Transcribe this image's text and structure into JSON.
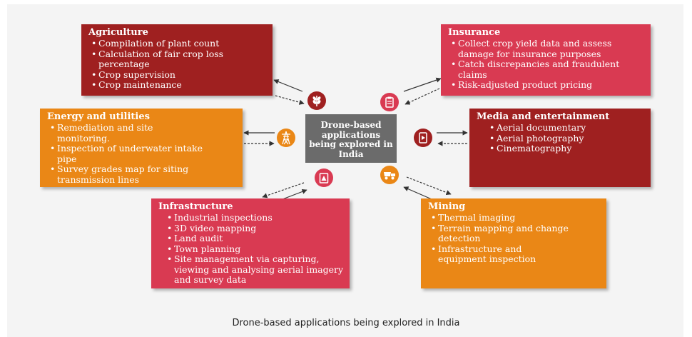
{
  "center": {
    "label": "Drone-based applications being explored in India"
  },
  "caption": "Drone-based applications being explored in India",
  "colors": {
    "dark_red": "#9f2020",
    "pink_red": "#d93a52",
    "orange": "#ea8716",
    "center_gray": "#6b6b6b"
  },
  "sectors": [
    {
      "title": "Agriculture",
      "icon": "wheat-icon",
      "items": [
        "Compilation of plant count",
        "Calculation of fair crop loss percentage",
        "Crop supervision",
        "Crop maintenance"
      ]
    },
    {
      "title": "Insurance",
      "icon": "clipboard-icon",
      "items": [
        "Collect crop yield data and assess damage for insurance purposes",
        "Catch discrepancies and fraudulent claims",
        "Risk-adjusted product pricing"
      ]
    },
    {
      "title": "Energy and utilities",
      "icon": "transmission-tower-icon",
      "items": [
        "Remediation and site monitoring.",
        "Inspection of underwater intake pipe",
        "Survey grades map for siting transmission lines"
      ]
    },
    {
      "title": "Media and entertainment",
      "icon": "video-play-icon",
      "items": [
        "Aerial documentary",
        "Aerial photography",
        "Cinematography"
      ]
    },
    {
      "title": "Infrastructure",
      "icon": "hazard-sign-icon",
      "items": [
        "Industrial inspections",
        "3D video mapping",
        "Land audit",
        "Town planning",
        "Site management via capturing, viewing and analysing aerial imagery and survey data"
      ]
    },
    {
      "title": "Mining",
      "icon": "mining-truck-icon",
      "items": [
        "Thermal imaging",
        "Terrain mapping and change detection",
        "Infrastructure and equipment inspection"
      ]
    }
  ]
}
